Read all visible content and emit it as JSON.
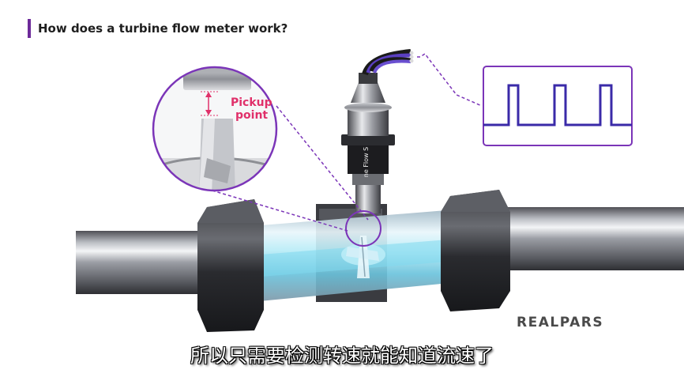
{
  "header": {
    "title": "How does a turbine flow meter work?"
  },
  "zoom_callout": {
    "label_line1": "Pickup",
    "label_line2": "point"
  },
  "sensor": {
    "label": "ne Flow S"
  },
  "logo": {
    "text": "REALPARS"
  },
  "subtitle": {
    "text": "所以只需要检测转速就能知道流速了"
  },
  "colors": {
    "accent": "#6d2a9a",
    "pickup": "#e0306a",
    "signal": "#3a2aa8",
    "water": "#8fdcef"
  },
  "icons": {
    "signal": "square-wave-icon"
  }
}
